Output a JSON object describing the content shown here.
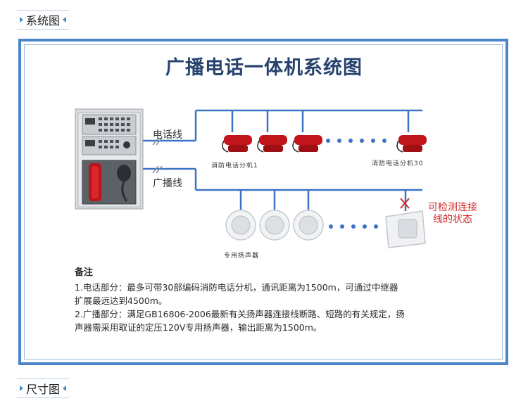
{
  "sections": {
    "top_label": "系统图",
    "bottom_label": "尺寸图"
  },
  "diagram": {
    "title": "广播电话一体机系统图",
    "phone_line_label": "电话线",
    "broadcast_line_label": "广播线",
    "extension_first_label": "消防电话分机1",
    "extension_last_label": "消防电话分机30",
    "speaker_label": "专用扬声器",
    "detect_note_line1": "可检测连接",
    "detect_note_line2": "线的状态",
    "colors": {
      "frame": "#4a86c8",
      "line": "#3b74c6",
      "phone": "#c0151b",
      "title": "#27426e",
      "note_red": "#d12a2a"
    }
  },
  "notes": {
    "heading": "备注",
    "item1_line1": "1.电话部分：最多可带30部编码消防电话分机，通讯距离为1500m，可通过中继器",
    "item1_line2": "扩展最远达到4500m。",
    "item2_line1": "2.广播部分：满足GB16806-2006最新有关扬声器连接线断路、短路的有关规定，扬",
    "item2_line2": "声器需采用取证的定压120V专用扬声器，输出距离为1500m。"
  }
}
